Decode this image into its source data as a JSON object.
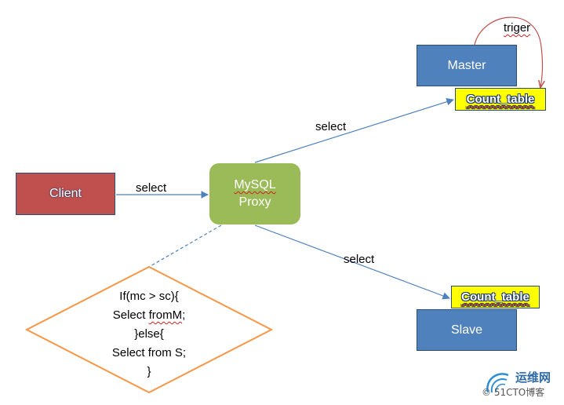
{
  "nodes": {
    "master": "Master",
    "slave": "Slave",
    "client": "Client",
    "proxy_line1": "MySQL",
    "proxy_line2": "Proxy",
    "count_table_master": "Count_table",
    "count_table_slave": "Count_table"
  },
  "edge_labels": {
    "client_to_proxy": "select",
    "proxy_to_master": "select",
    "proxy_to_slave": "select",
    "trigger": "triger"
  },
  "logic": {
    "line1": "If(mc > sc){",
    "line2_a": "Select ",
    "line2_b": "fromM",
    "line2_c": ";",
    "line3": "}else{",
    "line4": "Select from S;",
    "line5": "}"
  },
  "watermark": {
    "top": "运维网",
    "bottom": "© 51CTO博客"
  },
  "colors": {
    "master_fill": "#4f81bd",
    "client_fill": "#c0504d",
    "proxy_fill": "#9bbb59",
    "count_fill": "#ffff00",
    "diamond_stroke": "#f79646",
    "arrow": "#4f81bd",
    "trigger_arrow": "#c0504d"
  }
}
